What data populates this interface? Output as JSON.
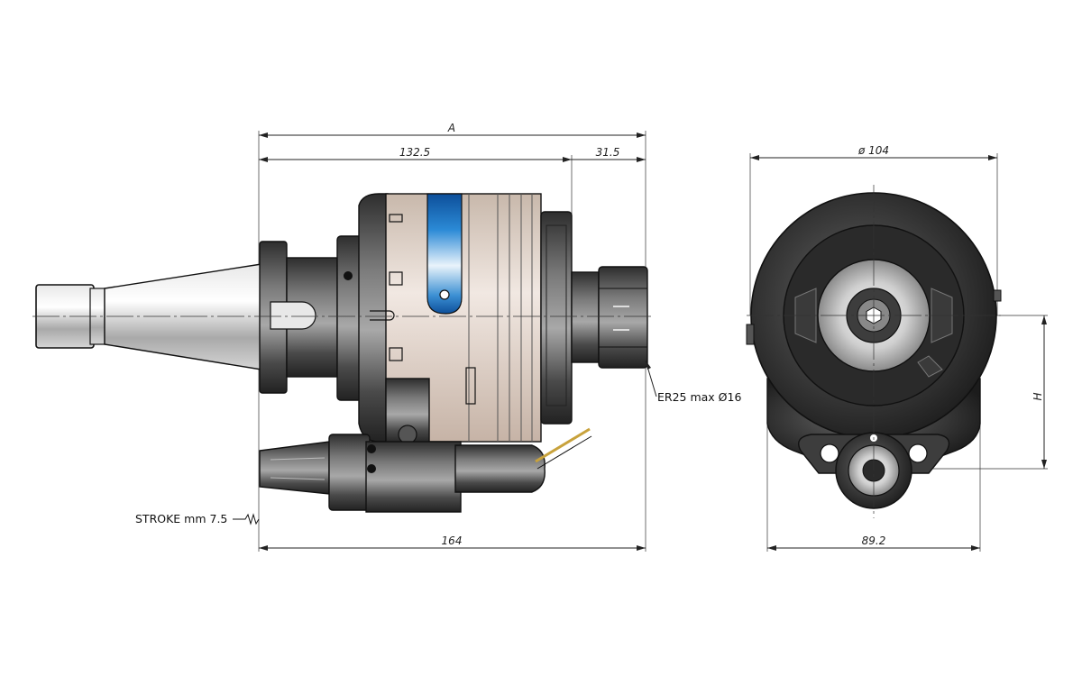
{
  "dimensions": {
    "overall_label": "A",
    "body_length": "132.5",
    "collet_length": "31.5",
    "total_length": "164",
    "diameter": "ø 104",
    "width": "89.2",
    "height_label": "H"
  },
  "notes": {
    "collet": "ER25 max Ø16",
    "stroke": "STROKE mm 7.5"
  },
  "colors": {
    "background": "#ffffff",
    "line": "#222222",
    "body_light": "#ddd0c6",
    "metal_dark": "#3a3a3a",
    "accent_blue": "#1f78c8"
  }
}
